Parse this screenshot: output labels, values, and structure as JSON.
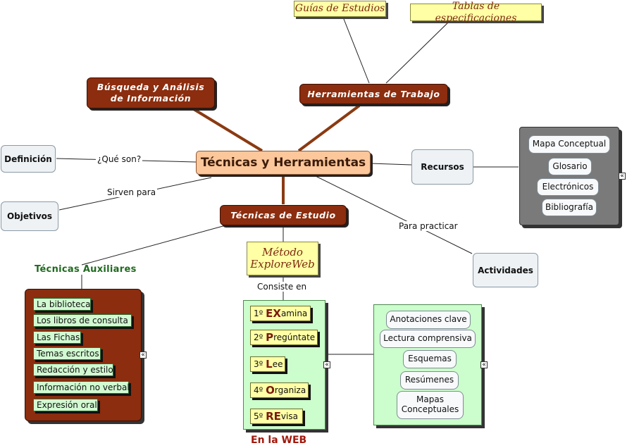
{
  "central": "Técnicas y Herramientas",
  "nodes": {
    "busqueda": {
      "line1": "Búsqueda y Análisis",
      "line2": "de Información"
    },
    "herramientas": "Herramientas de Trabajo",
    "guias": "Guías de Estudios",
    "tablas": "Tablas de especificaciones",
    "definicion": "Definición",
    "objetivos": "Objetivos",
    "recursos": "Recursos",
    "actividades": "Actividades",
    "tecnicas_estudio": "Técnicas de Estudio",
    "metodo": {
      "line1": "Método",
      "line2": "ExploreWeb"
    }
  },
  "link_labels": {
    "que_son": "¿Qué son?",
    "sirven_para": "Sirven para",
    "para_practicar": "Para practicar",
    "consiste_en": "Consiste en"
  },
  "section_labels": {
    "tecnicas_auxiliares": "Técnicas Auxiliares",
    "en_la_web": "En la WEB"
  },
  "recursos_items": [
    "Mapa Conceptual",
    "Glosario",
    "Electrónicos",
    "Bibliografía"
  ],
  "auxiliares_items": [
    "La biblioteca",
    "Los libros de consulta",
    "Las Fichas",
    "Temas escritos",
    "Redacción y estilo",
    "Información no verbal",
    "Expresión oral"
  ],
  "pasos": [
    {
      "num": "1º",
      "bold": "EX",
      "rest": "amina"
    },
    {
      "num": "2º",
      "bold": "P",
      "rest": "regúntate"
    },
    {
      "num": "3º",
      "bold": "L",
      "rest": "ee"
    },
    {
      "num": "4º",
      "bold": "O",
      "rest": "rganiza"
    },
    {
      "num": "5º",
      "bold": "RE",
      "rest": "visa"
    }
  ],
  "green_items": [
    "Anotaciones clave",
    "Lectura comprensiva",
    "Esquemas",
    "Resúmenes"
  ],
  "green_item_mapas": {
    "line1": "Mapas",
    "line2": "Conceptuales"
  },
  "collapse_glyph": "«",
  "colors": {
    "brown": "#8b2d0e",
    "central": "#fbc79b",
    "yellow": "#ffffa6",
    "green": "#ccfdcc",
    "grey_panel": "#7a7a7a"
  }
}
